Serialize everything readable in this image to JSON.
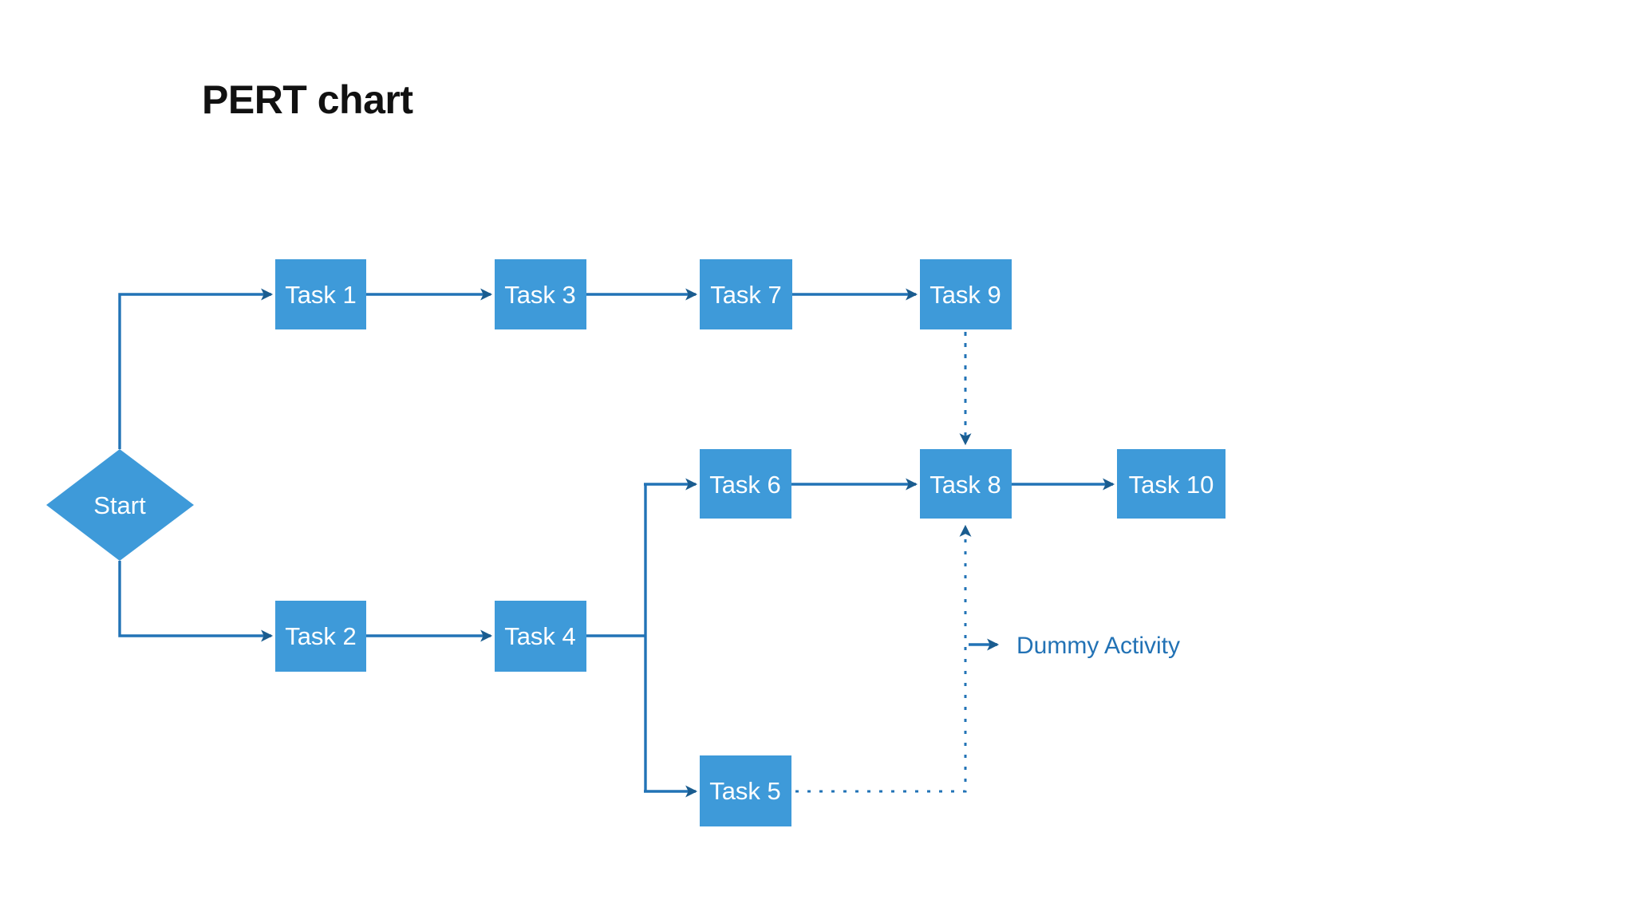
{
  "title": "PERT chart",
  "colors": {
    "background": "#FFFFFF",
    "node_fill": "#3E9AD9",
    "node_text_color": "#FFFFFF",
    "connector_color": "#2273B6",
    "arrowhead_color": "#1A5C8F",
    "legend_text_color": "#2272B5",
    "title_color": "#111111"
  },
  "nodes": {
    "start": {
      "label": "Start",
      "shape": "diamond"
    },
    "task1": {
      "label": "Task 1",
      "shape": "rect"
    },
    "task2": {
      "label": "Task 2",
      "shape": "rect"
    },
    "task3": {
      "label": "Task 3",
      "shape": "rect"
    },
    "task4": {
      "label": "Task 4",
      "shape": "rect"
    },
    "task5": {
      "label": "Task 5",
      "shape": "rect"
    },
    "task6": {
      "label": "Task 6",
      "shape": "rect"
    },
    "task7": {
      "label": "Task 7",
      "shape": "rect"
    },
    "task8": {
      "label": "Task 8",
      "shape": "rect"
    },
    "task9": {
      "label": "Task 9",
      "shape": "rect"
    },
    "task10": {
      "label": "Task 10",
      "shape": "rect"
    }
  },
  "legend": {
    "dummy_activity_label": "Dummy Activity"
  },
  "edges": [
    {
      "from": "Start",
      "to": "Task 1",
      "style": "solid"
    },
    {
      "from": "Task 1",
      "to": "Task 3",
      "style": "solid"
    },
    {
      "from": "Task 3",
      "to": "Task 7",
      "style": "solid"
    },
    {
      "from": "Task 7",
      "to": "Task 9",
      "style": "solid"
    },
    {
      "from": "Start",
      "to": "Task 2",
      "style": "solid"
    },
    {
      "from": "Task 2",
      "to": "Task 4",
      "style": "solid"
    },
    {
      "from": "Task 4",
      "to": "Task 6",
      "style": "solid"
    },
    {
      "from": "Task 4",
      "to": "Task 5",
      "style": "solid"
    },
    {
      "from": "Task 6",
      "to": "Task 8",
      "style": "solid"
    },
    {
      "from": "Task 8",
      "to": "Task 10",
      "style": "solid"
    },
    {
      "from": "Task 9",
      "to": "Task 8",
      "style": "dotted-dummy-activity"
    },
    {
      "from": "Task 5",
      "to": "Task 8",
      "style": "dotted-dummy-activity"
    }
  ]
}
